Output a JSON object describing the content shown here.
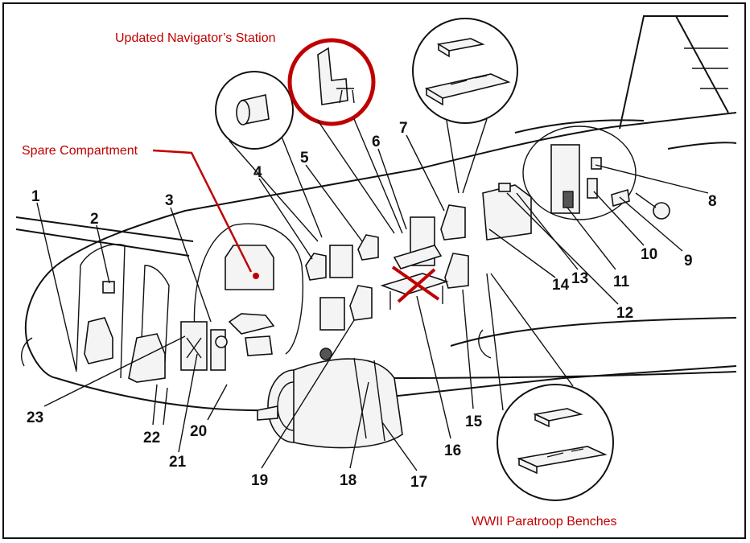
{
  "captions": {
    "navigator_station": "Updated Navigator’s Station",
    "spare_compartment": "Spare Compartment",
    "paratroop_benches": "WWII Paratroop Benches"
  },
  "callouts": [
    "1",
    "2",
    "3",
    "4",
    "5",
    "6",
    "7",
    "8",
    "9",
    "10",
    "11",
    "12",
    "13",
    "14",
    "15",
    "16",
    "17",
    "18",
    "19",
    "20",
    "21",
    "22",
    "23"
  ],
  "colors": {
    "annotation": "#c00000",
    "line": "#111111"
  }
}
